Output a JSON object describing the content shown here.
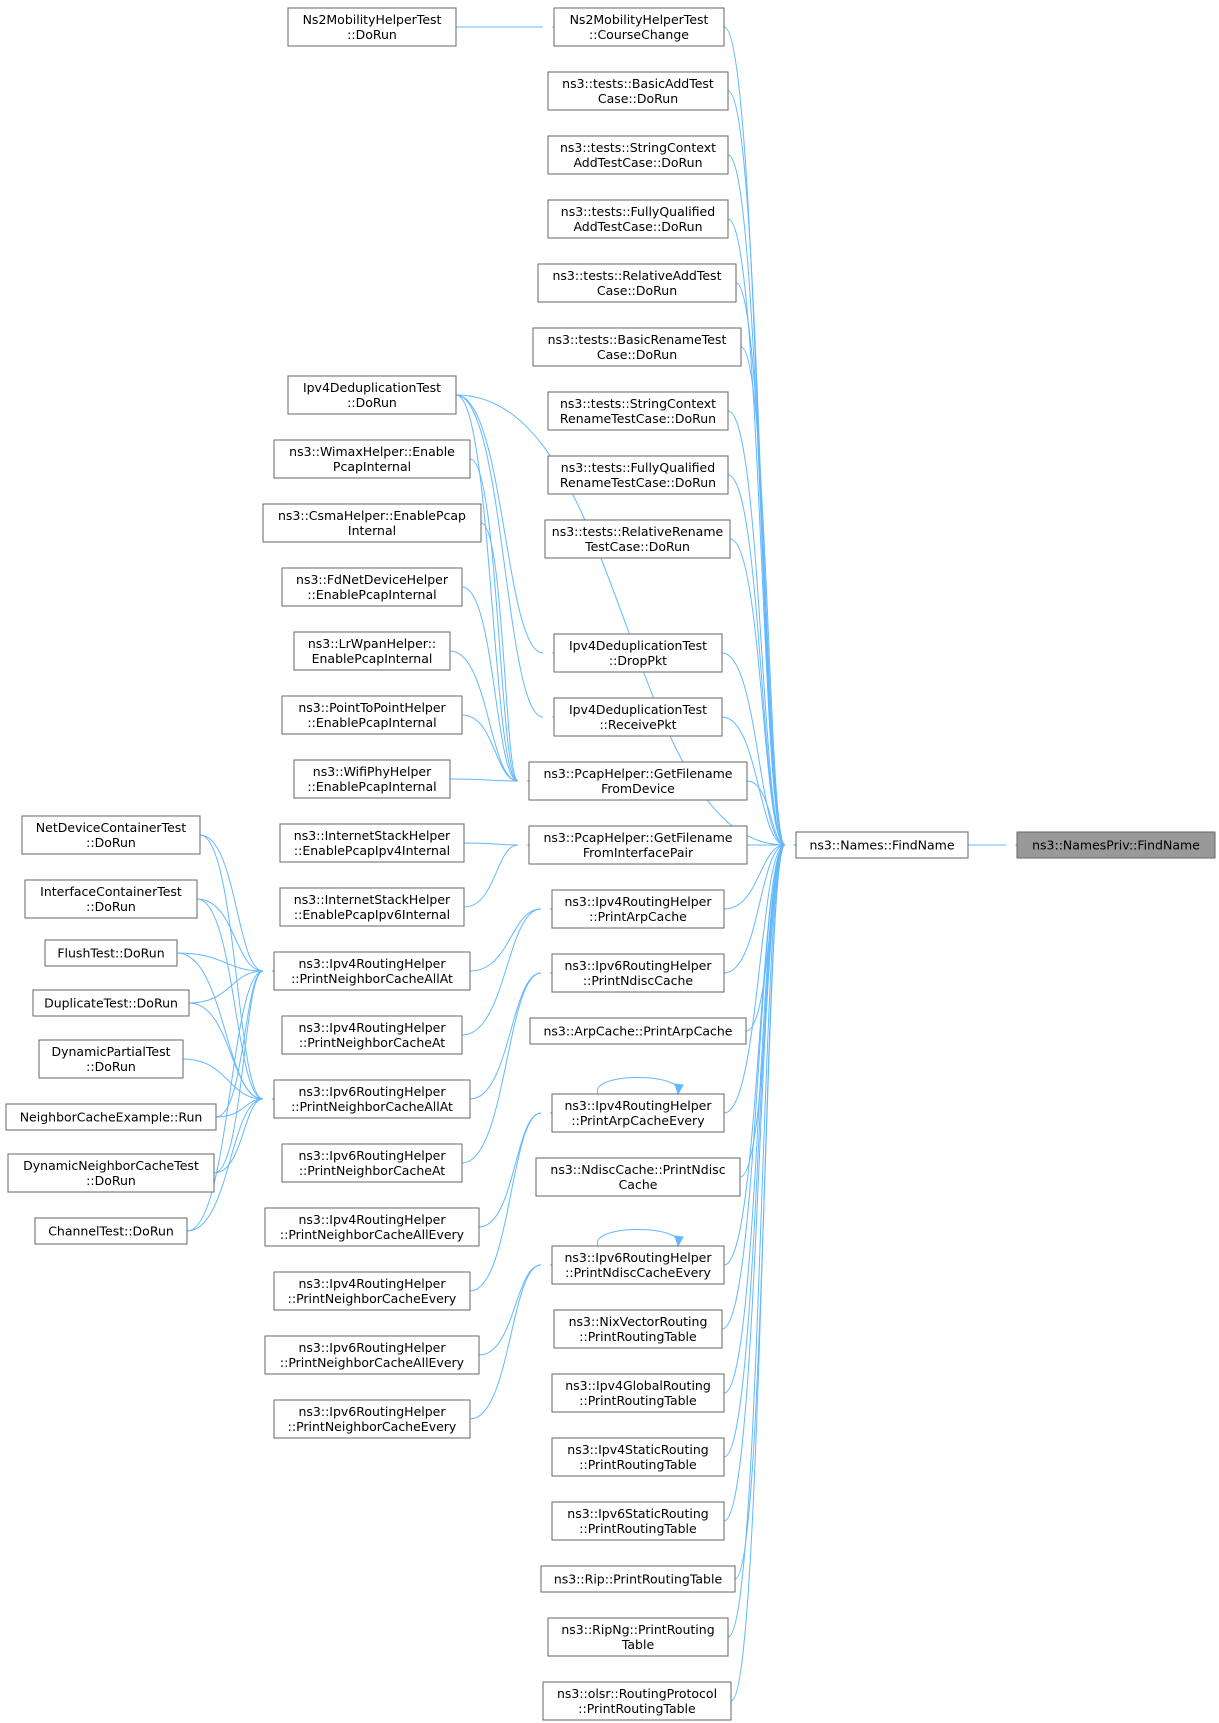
{
  "nodes": [
    {
      "id": "root",
      "lines": [
        "ns3::NamesPriv::FindName"
      ],
      "root": true
    },
    {
      "id": "names-findname",
      "lines": [
        "ns3::Names::FindName"
      ]
    },
    {
      "id": "ns2-coursechange",
      "lines": [
        "Ns2MobilityHelperTest",
        "::CourseChange"
      ]
    },
    {
      "id": "ns2-dorun",
      "lines": [
        "Ns2MobilityHelperTest",
        "::DoRun"
      ]
    },
    {
      "id": "basicadd",
      "lines": [
        "ns3::tests::BasicAddTest",
        "Case::DoRun"
      ]
    },
    {
      "id": "strctxadd",
      "lines": [
        "ns3::tests::StringContext",
        "AddTestCase::DoRun"
      ]
    },
    {
      "id": "fqadd",
      "lines": [
        "ns3::tests::FullyQualified",
        "AddTestCase::DoRun"
      ]
    },
    {
      "id": "reladd",
      "lines": [
        "ns3::tests::RelativeAddTest",
        "Case::DoRun"
      ]
    },
    {
      "id": "basicrename",
      "lines": [
        "ns3::tests::BasicRenameTest",
        "Case::DoRun"
      ]
    },
    {
      "id": "strctxrename",
      "lines": [
        "ns3::tests::StringContext",
        "RenameTestCase::DoRun"
      ]
    },
    {
      "id": "fqrename",
      "lines": [
        "ns3::tests::FullyQualified",
        "RenameTestCase::DoRun"
      ]
    },
    {
      "id": "relrename",
      "lines": [
        "ns3::tests::RelativeRename",
        "TestCase::DoRun"
      ]
    },
    {
      "id": "dedup-droppkt",
      "lines": [
        "Ipv4DeduplicationTest",
        "::DropPkt"
      ]
    },
    {
      "id": "dedup-receivepkt",
      "lines": [
        "Ipv4DeduplicationTest",
        "::ReceivePkt"
      ]
    },
    {
      "id": "pcap-fromdevice",
      "lines": [
        "ns3::PcapHelper::GetFilename",
        "FromDevice"
      ]
    },
    {
      "id": "pcap-frominterface",
      "lines": [
        "ns3::PcapHelper::GetFilename",
        "FromInterfacePair"
      ]
    },
    {
      "id": "ipv4rh-printarp",
      "lines": [
        "ns3::Ipv4RoutingHelper",
        "::PrintArpCache"
      ]
    },
    {
      "id": "ipv6rh-printndisc",
      "lines": [
        "ns3::Ipv6RoutingHelper",
        "::PrintNdiscCache"
      ]
    },
    {
      "id": "arpcache-print",
      "lines": [
        "ns3::ArpCache::PrintArpCache"
      ]
    },
    {
      "id": "ipv4rh-printarpevery",
      "lines": [
        "ns3::Ipv4RoutingHelper",
        "::PrintArpCacheEvery"
      ]
    },
    {
      "id": "ndisccache-print",
      "lines": [
        "ns3::NdiscCache::PrintNdisc",
        "Cache"
      ]
    },
    {
      "id": "ipv6rh-printndiscevery",
      "lines": [
        "ns3::Ipv6RoutingHelper",
        "::PrintNdiscCacheEvery"
      ]
    },
    {
      "id": "nix-print",
      "lines": [
        "ns3::NixVectorRouting",
        "::PrintRoutingTable"
      ]
    },
    {
      "id": "ipv4global-print",
      "lines": [
        "ns3::Ipv4GlobalRouting",
        "::PrintRoutingTable"
      ]
    },
    {
      "id": "ipv4static-print",
      "lines": [
        "ns3::Ipv4StaticRouting",
        "::PrintRoutingTable"
      ]
    },
    {
      "id": "ipv6static-print",
      "lines": [
        "ns3::Ipv6StaticRouting",
        "::PrintRoutingTable"
      ]
    },
    {
      "id": "rip-print",
      "lines": [
        "ns3::Rip::PrintRoutingTable"
      ]
    },
    {
      "id": "ripng-print",
      "lines": [
        "ns3::RipNg::PrintRouting",
        "Table"
      ]
    },
    {
      "id": "olsr-print",
      "lines": [
        "ns3::olsr::RoutingProtocol",
        "::PrintRoutingTable"
      ]
    },
    {
      "id": "dedup-dorun",
      "lines": [
        "Ipv4DeduplicationTest",
        "::DoRun"
      ]
    },
    {
      "id": "wimax-pcap",
      "lines": [
        "ns3::WimaxHelper::Enable",
        "PcapInternal"
      ]
    },
    {
      "id": "csma-pcap",
      "lines": [
        "ns3::CsmaHelper::EnablePcap",
        "Internal"
      ]
    },
    {
      "id": "fdnet-pcap",
      "lines": [
        "ns3::FdNetDeviceHelper",
        "::EnablePcapInternal"
      ]
    },
    {
      "id": "lrwpan-pcap",
      "lines": [
        "ns3::LrWpanHelper::",
        "EnablePcapInternal"
      ]
    },
    {
      "id": "p2p-pcap",
      "lines": [
        "ns3::PointToPointHelper",
        "::EnablePcapInternal"
      ]
    },
    {
      "id": "wifiphy-pcap",
      "lines": [
        "ns3::WifiPhyHelper",
        "::EnablePcapInternal"
      ]
    },
    {
      "id": "inet-pcap4",
      "lines": [
        "ns3::InternetStackHelper",
        "::EnablePcapIpv4Internal"
      ]
    },
    {
      "id": "inet-pcap6",
      "lines": [
        "ns3::InternetStackHelper",
        "::EnablePcapIpv6Internal"
      ]
    },
    {
      "id": "ipv4rh-nc-allat",
      "lines": [
        "ns3::Ipv4RoutingHelper",
        "::PrintNeighborCacheAllAt"
      ]
    },
    {
      "id": "ipv4rh-nc-at",
      "lines": [
        "ns3::Ipv4RoutingHelper",
        "::PrintNeighborCacheAt"
      ]
    },
    {
      "id": "ipv6rh-nc-allat",
      "lines": [
        "ns3::Ipv6RoutingHelper",
        "::PrintNeighborCacheAllAt"
      ]
    },
    {
      "id": "ipv6rh-nc-at",
      "lines": [
        "ns3::Ipv6RoutingHelper",
        "::PrintNeighborCacheAt"
      ]
    },
    {
      "id": "ipv4rh-nc-allevery",
      "lines": [
        "ns3::Ipv4RoutingHelper",
        "::PrintNeighborCacheAllEvery"
      ]
    },
    {
      "id": "ipv4rh-nc-every",
      "lines": [
        "ns3::Ipv4RoutingHelper",
        "::PrintNeighborCacheEvery"
      ]
    },
    {
      "id": "ipv6rh-nc-allevery",
      "lines": [
        "ns3::Ipv6RoutingHelper",
        "::PrintNeighborCacheAllEvery"
      ]
    },
    {
      "id": "ipv6rh-nc-every",
      "lines": [
        "ns3::Ipv6RoutingHelper",
        "::PrintNeighborCacheEvery"
      ]
    },
    {
      "id": "netdevcontainer-dorun",
      "lines": [
        "NetDeviceContainerTest",
        "::DoRun"
      ]
    },
    {
      "id": "ifcontainer-dorun",
      "lines": [
        "InterfaceContainerTest",
        "::DoRun"
      ]
    },
    {
      "id": "flush-dorun",
      "lines": [
        "FlushTest::DoRun"
      ]
    },
    {
      "id": "duplicate-dorun",
      "lines": [
        "DuplicateTest::DoRun"
      ]
    },
    {
      "id": "dynpartial-dorun",
      "lines": [
        "DynamicPartialTest",
        "::DoRun"
      ]
    },
    {
      "id": "ncexample-run",
      "lines": [
        "NeighborCacheExample::Run"
      ]
    },
    {
      "id": "dynnc-dorun",
      "lines": [
        "DynamicNeighborCacheTest",
        "::DoRun"
      ]
    },
    {
      "id": "channel-dorun",
      "lines": [
        "ChannelTest::DoRun"
      ]
    }
  ],
  "edges": [
    [
      "names-findname",
      "root"
    ],
    [
      "ns2-coursechange",
      "names-findname"
    ],
    [
      "basicadd",
      "names-findname"
    ],
    [
      "strctxadd",
      "names-findname"
    ],
    [
      "fqadd",
      "names-findname"
    ],
    [
      "reladd",
      "names-findname"
    ],
    [
      "basicrename",
      "names-findname"
    ],
    [
      "strctxrename",
      "names-findname"
    ],
    [
      "fqrename",
      "names-findname"
    ],
    [
      "relrename",
      "names-findname"
    ],
    [
      "dedup-dorun",
      "names-findname"
    ],
    [
      "dedup-droppkt",
      "names-findname"
    ],
    [
      "dedup-receivepkt",
      "names-findname"
    ],
    [
      "pcap-fromdevice",
      "names-findname"
    ],
    [
      "pcap-frominterface",
      "names-findname"
    ],
    [
      "ipv4rh-printarp",
      "names-findname"
    ],
    [
      "ipv6rh-printndisc",
      "names-findname"
    ],
    [
      "arpcache-print",
      "names-findname"
    ],
    [
      "ipv4rh-printarpevery",
      "names-findname"
    ],
    [
      "ndisccache-print",
      "names-findname"
    ],
    [
      "ipv6rh-printndiscevery",
      "names-findname"
    ],
    [
      "nix-print",
      "names-findname"
    ],
    [
      "ipv4global-print",
      "names-findname"
    ],
    [
      "ipv4static-print",
      "names-findname"
    ],
    [
      "ipv6static-print",
      "names-findname"
    ],
    [
      "rip-print",
      "names-findname"
    ],
    [
      "ripng-print",
      "names-findname"
    ],
    [
      "olsr-print",
      "names-findname"
    ],
    [
      "ns2-dorun",
      "ns2-coursechange"
    ],
    [
      "dedup-dorun",
      "dedup-droppkt"
    ],
    [
      "dedup-dorun",
      "dedup-receivepkt"
    ],
    [
      "dedup-dorun",
      "pcap-fromdevice"
    ],
    [
      "wimax-pcap",
      "pcap-fromdevice"
    ],
    [
      "csma-pcap",
      "pcap-fromdevice"
    ],
    [
      "fdnet-pcap",
      "pcap-fromdevice"
    ],
    [
      "lrwpan-pcap",
      "pcap-fromdevice"
    ],
    [
      "p2p-pcap",
      "pcap-fromdevice"
    ],
    [
      "wifiphy-pcap",
      "pcap-fromdevice"
    ],
    [
      "inet-pcap4",
      "pcap-frominterface"
    ],
    [
      "inet-pcap6",
      "pcap-frominterface"
    ],
    [
      "ipv4rh-nc-allat",
      "ipv4rh-printarp"
    ],
    [
      "ipv4rh-nc-at",
      "ipv4rh-printarp"
    ],
    [
      "ipv6rh-nc-allat",
      "ipv6rh-printndisc"
    ],
    [
      "ipv6rh-nc-at",
      "ipv6rh-printndisc"
    ],
    [
      "ipv4rh-printarpevery",
      "ipv4rh-printarpevery"
    ],
    [
      "ipv4rh-nc-allevery",
      "ipv4rh-printarpevery"
    ],
    [
      "ipv4rh-nc-every",
      "ipv4rh-printarpevery"
    ],
    [
      "ipv6rh-printndiscevery",
      "ipv6rh-printndiscevery"
    ],
    [
      "ipv6rh-nc-allevery",
      "ipv6rh-printndiscevery"
    ],
    [
      "ipv6rh-nc-every",
      "ipv6rh-printndiscevery"
    ],
    [
      "netdevcontainer-dorun",
      "ipv4rh-nc-allat"
    ],
    [
      "ifcontainer-dorun",
      "ipv4rh-nc-allat"
    ],
    [
      "flush-dorun",
      "ipv4rh-nc-allat"
    ],
    [
      "duplicate-dorun",
      "ipv4rh-nc-allat"
    ],
    [
      "ncexample-run",
      "ipv4rh-nc-allat"
    ],
    [
      "dynnc-dorun",
      "ipv4rh-nc-allat"
    ],
    [
      "channel-dorun",
      "ipv4rh-nc-allat"
    ],
    [
      "netdevcontainer-dorun",
      "ipv6rh-nc-allat"
    ],
    [
      "ifcontainer-dorun",
      "ipv6rh-nc-allat"
    ],
    [
      "flush-dorun",
      "ipv6rh-nc-allat"
    ],
    [
      "duplicate-dorun",
      "ipv6rh-nc-allat"
    ],
    [
      "dynpartial-dorun",
      "ipv6rh-nc-allat"
    ],
    [
      "ncexample-run",
      "ipv6rh-nc-allat"
    ],
    [
      "dynnc-dorun",
      "ipv6rh-nc-allat"
    ],
    [
      "channel-dorun",
      "ipv6rh-nc-allat"
    ]
  ]
}
